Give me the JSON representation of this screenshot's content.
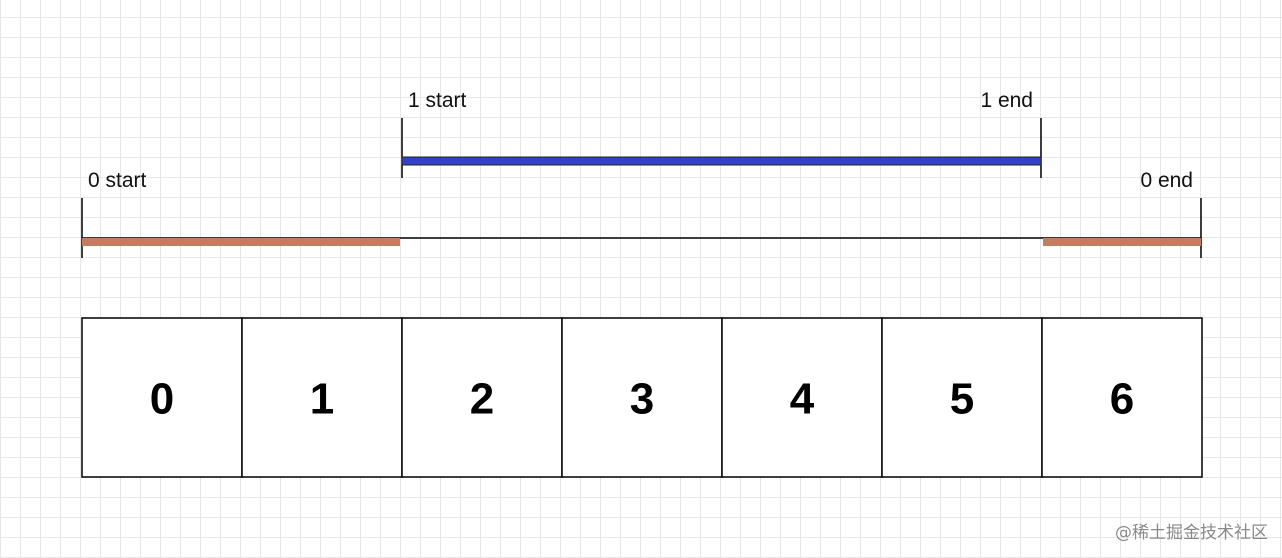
{
  "colors": {
    "segment_1": "#3340c8",
    "segment_0": "#c47e5f",
    "line": "#000000"
  },
  "segment_1": {
    "start_label": "1 start",
    "end_label": "1 end"
  },
  "segment_0": {
    "start_label": "0 start",
    "end_label": "0 end"
  },
  "cells": [
    "0",
    "1",
    "2",
    "3",
    "4",
    "5",
    "6"
  ],
  "watermark": "@稀土掘金技术社区"
}
